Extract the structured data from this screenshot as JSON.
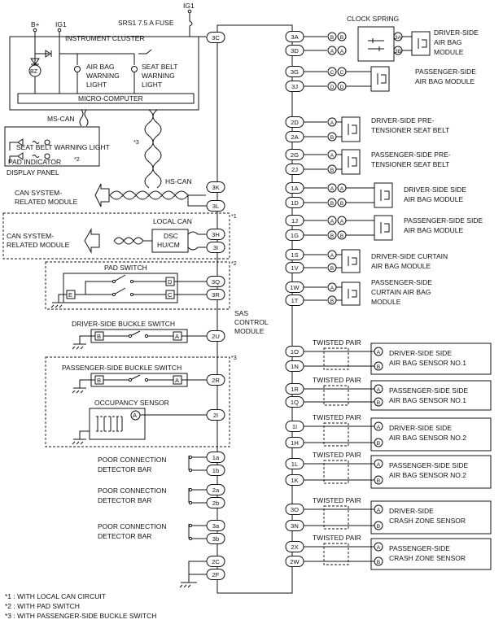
{
  "power": {
    "ig1_top": "IG1",
    "fuse": "SRS1 7.5 A  FUSE",
    "bplus": "B+",
    "ig1_left": "IG1"
  },
  "cluster": {
    "title": "INSTRUMENT CLUSTER",
    "bz": "BZ",
    "airbag_light": [
      "AIR BAG",
      "WARNING",
      "LIGHT"
    ],
    "seatbelt_light": [
      "SEAT BELT",
      "WARNING",
      "LIGHT"
    ],
    "micro": "MICRO-COMPUTER",
    "ms_can": "MS-CAN"
  },
  "display_panel": {
    "seatbelt": "SEAT BELT WARNING LIGHT",
    "seatbelt_note": "*3",
    "pad": "PAD INDICATOR",
    "pad_note": "*2",
    "title": "DISPLAY PANEL"
  },
  "can": {
    "hs_can": "HS-CAN",
    "module1": [
      "CAN SYSTEM-",
      "RELATED MODULE"
    ],
    "local_can": "LOCAL CAN",
    "module2": [
      "CAN SYSTEM-",
      "RELATED MODULE"
    ],
    "dsc": [
      "DSC",
      "HU/CM"
    ],
    "note1": "*1"
  },
  "pad_switch": {
    "title": "PAD SWITCH",
    "note": "*2",
    "pin_e": "E",
    "pin_d": "D",
    "pin_c": "C"
  },
  "driver_buckle": {
    "title": "DRIVER-SIDE BUCKLE SWITCH",
    "pin_b": "B",
    "pin_a": "A"
  },
  "pass_buckle": {
    "title": "PASSENGER-SIDE BUCKLE SWITCH",
    "note": "*3",
    "pin_b": "B",
    "pin_a": "A"
  },
  "occupancy": {
    "title": "OCCUPANCY SENSOR",
    "pin": "A"
  },
  "poor": {
    "line1": "POOR CONNECTION",
    "line2": "DETECTOR BAR"
  },
  "sas": {
    "lines": [
      "SAS",
      "CONTROL",
      "MODULE"
    ]
  },
  "left_pins": [
    "3C",
    "3K",
    "3L",
    "3H",
    "3I",
    "3Q",
    "3R",
    "2U",
    "2R",
    "2I",
    "1a",
    "1b",
    "2a",
    "2b",
    "3a",
    "3b",
    "2C",
    "2F"
  ],
  "clock_spring": "CLOCK SPRING",
  "right_pins": [
    "3A",
    "3D",
    "3G",
    "3J",
    "2D",
    "2A",
    "2G",
    "2J",
    "1A",
    "1D",
    "1J",
    "1G",
    "1S",
    "1V",
    "1W",
    "1T",
    "1O",
    "1N",
    "1R",
    "1Q",
    "1I",
    "1H",
    "1L",
    "1K",
    "3O",
    "3N",
    "2X",
    "2W"
  ],
  "plug_pins": {
    "a": "A",
    "b": "B",
    "c": "C",
    "d": "D",
    "ca": "3A",
    "cb": "3B"
  },
  "modules": {
    "driver_airbag": [
      "DRIVER-SIDE",
      "AIR BAG",
      "MODULE"
    ],
    "pass_airbag": [
      "PASSENGER-SIDE",
      "AIR BAG MODULE"
    ],
    "driver_pret": [
      "DRIVER-SIDE PRE-",
      "TENSIONER SEAT BELT"
    ],
    "pass_pret": [
      "PASSENGER-SIDE PRE-",
      "TENSIONER SEAT BELT"
    ],
    "driver_side_ab": [
      "DRIVER-SIDE SIDE",
      "AIR BAG MODULE"
    ],
    "pass_side_ab": [
      "PASSENGER-SIDE SIDE",
      "AIR BAG MODULE"
    ],
    "driver_curtain": [
      "DRIVER-SIDE CURTAIN",
      "AIR BAG MODULE"
    ],
    "pass_curtain": [
      "PASSENGER-SIDE",
      "CURTAIN AIR BAG",
      "MODULE"
    ]
  },
  "twisted_pair": "TWISTED PAIR",
  "sensors": {
    "s1": [
      "DRIVER-SIDE SIDE",
      "AIR BAG SENSOR NO.1"
    ],
    "s2": [
      "PASSENGER-SIDE SIDE",
      "AIR BAG SENSOR NO.1"
    ],
    "s3": [
      "DRIVER-SIDE SIDE",
      "AIR BAG SENSOR NO.2"
    ],
    "s4": [
      "PASSENGER-SIDE SIDE",
      "AIR BAG SENSOR NO.2"
    ],
    "s5": [
      "DRIVER-SIDE",
      "CRASH ZONE SENSOR"
    ],
    "s6": [
      "PASSENGER-SIDE",
      "CRASH ZONE SENSOR"
    ]
  },
  "notes": [
    "*1 : WITH LOCAL CAN CIRCUIT",
    "*2 : WITH PAD SWITCH",
    "*3 : WITH PASSENGER-SIDE BUCKLE SWITCH"
  ]
}
